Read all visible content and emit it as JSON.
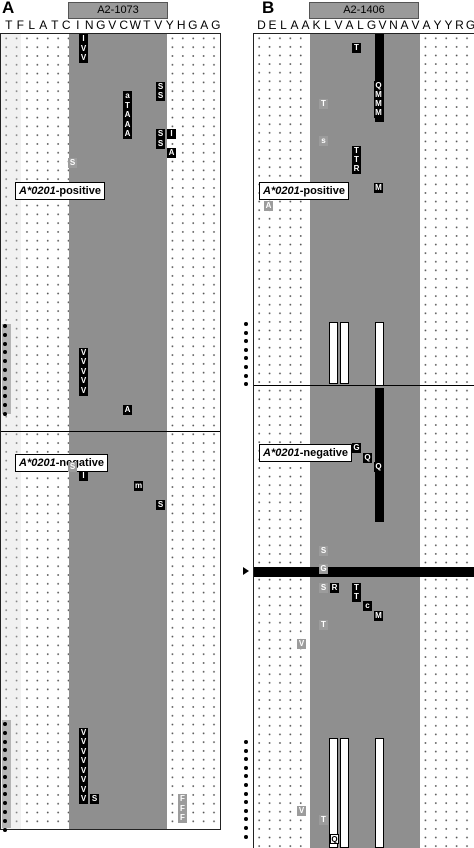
{
  "panelA": {
    "letter": "A",
    "epitope": "A2-1073",
    "sequence": [
      "T",
      "F",
      "L",
      "A",
      "T",
      "C",
      "I",
      "N",
      "G",
      "V",
      "C",
      "W",
      "T",
      "V",
      "Y",
      "H",
      "G",
      "A",
      "G"
    ],
    "positive_label_allele": "A*0201",
    "positive_label_suffix": "-positive",
    "negative_label_allele": "A*0201",
    "negative_label_suffix": "-negative"
  },
  "panelB": {
    "letter": "B",
    "epitope": "A2-1406",
    "sequence": [
      "D",
      "E",
      "L",
      "A",
      "A",
      "K",
      "L",
      "V",
      "A",
      "L",
      "G",
      "V",
      "N",
      "A",
      "V",
      "A",
      "Y",
      "Y",
      "R",
      "G"
    ],
    "positive_label_allele": "A*0201",
    "positive_label_suffix": "-positive",
    "negative_label_allele": "A*0201",
    "negative_label_suffix": "-negative"
  },
  "mutA": [
    [
      "I",
      0,
      0,
      "k"
    ],
    [
      "V",
      0,
      1,
      "k"
    ],
    [
      "V",
      0,
      2,
      "k"
    ],
    [
      "S",
      7,
      5,
      "k"
    ],
    [
      "S",
      7,
      6,
      "k"
    ],
    [
      "a",
      4,
      6,
      "k"
    ],
    [
      "T",
      4,
      7,
      "k"
    ],
    [
      "A",
      4,
      8,
      "k"
    ],
    [
      "A",
      4,
      9,
      "k"
    ],
    [
      "A",
      4,
      10,
      "k"
    ],
    [
      "S",
      7,
      10,
      "k"
    ],
    [
      "I",
      8,
      10,
      "k"
    ],
    [
      "S",
      7,
      11,
      "k"
    ],
    [
      "A",
      8,
      12,
      "k"
    ],
    [
      "S",
      -1,
      13,
      "g"
    ],
    [
      "V",
      0,
      33,
      "k"
    ],
    [
      "V",
      0,
      34,
      "k"
    ],
    [
      "V",
      0,
      35,
      "k"
    ],
    [
      "V",
      0,
      36,
      "k"
    ],
    [
      "V",
      0,
      37,
      "k"
    ],
    [
      "A",
      4,
      39,
      "k"
    ],
    [
      "S",
      -1,
      45,
      "g"
    ],
    [
      "I",
      0,
      46,
      "k"
    ],
    [
      "m",
      5,
      47,
      "k"
    ],
    [
      "S",
      7,
      49,
      "k"
    ],
    [
      "V",
      0,
      73,
      "k"
    ],
    [
      "V",
      0,
      74,
      "k"
    ],
    [
      "V",
      0,
      75,
      "k"
    ],
    [
      "V",
      0,
      76,
      "k"
    ],
    [
      "V",
      0,
      77,
      "k"
    ],
    [
      "V",
      0,
      78,
      "k"
    ],
    [
      "V",
      0,
      79,
      "k"
    ],
    [
      "V",
      0,
      80,
      "k"
    ],
    [
      "S",
      1,
      80,
      "k"
    ],
    [
      "F",
      9,
      80,
      "g"
    ],
    [
      "F",
      9,
      81,
      "g"
    ],
    [
      "F",
      9,
      82,
      "g"
    ]
  ],
  "mutB": [
    [
      "T",
      2,
      1,
      "k"
    ],
    [
      "Q",
      4,
      5,
      "k"
    ],
    [
      "M",
      4,
      6,
      "k"
    ],
    [
      "M",
      4,
      7,
      "k"
    ],
    [
      "M",
      4,
      8,
      "k"
    ],
    [
      "T",
      -1,
      7,
      "g"
    ],
    [
      "s",
      -1,
      11,
      "g"
    ],
    [
      "T",
      2,
      12,
      "k"
    ],
    [
      "T",
      2,
      13,
      "k"
    ],
    [
      "R",
      2,
      14,
      "k"
    ],
    [
      "M",
      4,
      16,
      "k"
    ],
    [
      "A",
      -6,
      18,
      "g"
    ],
    [
      "G",
      2,
      44,
      "k"
    ],
    [
      "Q",
      3,
      45,
      "k"
    ],
    [
      "Q",
      4,
      46,
      "k"
    ],
    [
      "S",
      -1,
      55,
      "g"
    ],
    [
      "G",
      -1,
      57,
      "g"
    ],
    [
      "S",
      -1,
      59,
      "g"
    ],
    [
      "R",
      0,
      59,
      "k"
    ],
    [
      "T",
      2,
      59,
      "k"
    ],
    [
      "T",
      2,
      60,
      "k"
    ],
    [
      "c",
      3,
      61,
      "k"
    ],
    [
      "M",
      4,
      62,
      "k"
    ],
    [
      "T",
      -1,
      63,
      "g"
    ],
    [
      "V",
      -3,
      65,
      "g"
    ],
    [
      "V",
      -3,
      83,
      "g"
    ],
    [
      "T",
      -1,
      84,
      "g"
    ],
    [
      "Q",
      0,
      86,
      "o"
    ]
  ]
}
